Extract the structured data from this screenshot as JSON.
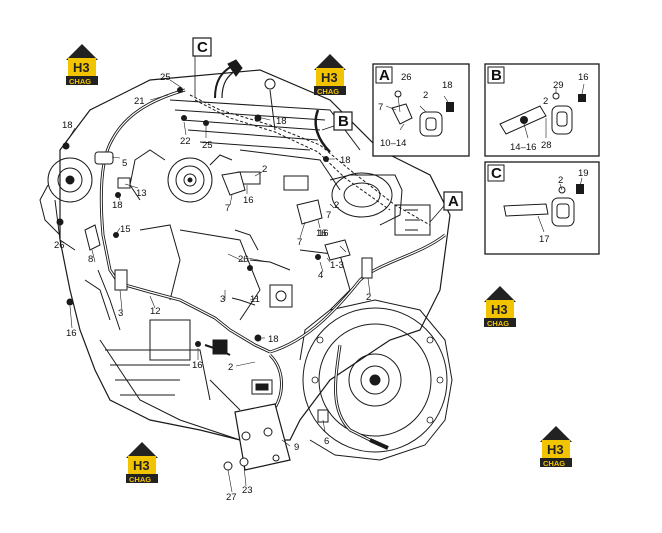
{
  "logos": [
    {
      "mark": "H3",
      "sub": "CHAG"
    },
    {
      "mark": "H3",
      "sub": "CHAG"
    },
    {
      "mark": "H3",
      "sub": "CHAG"
    },
    {
      "mark": "H3",
      "sub": "CHAG"
    },
    {
      "mark": "H3",
      "sub": "CHAG"
    }
  ],
  "flags": {
    "c": "C",
    "b": "B",
    "a": "A"
  },
  "details": {
    "a": {
      "label": "A",
      "callouts": [
        "26",
        "18",
        "7",
        "2",
        "10–14"
      ]
    },
    "b": {
      "label": "B",
      "callouts": [
        "29",
        "16",
        "2",
        "14–16",
        "28"
      ]
    },
    "c": {
      "label": "C",
      "callouts": [
        "2",
        "19",
        "17"
      ]
    }
  },
  "callouts": [
    "25",
    "21",
    "22",
    "25",
    "18",
    "18",
    "18",
    "5",
    "13",
    "18",
    "16",
    "7",
    "2",
    "7",
    "16",
    "7",
    "2",
    "16",
    "15",
    "26",
    "8",
    "26",
    "4",
    "1-3",
    "11",
    "3",
    "12",
    "2",
    "3",
    "16",
    "18",
    "16",
    "2",
    "9",
    "6",
    "27",
    "23"
  ],
  "colors": {
    "logo_yellow": "#f2c400",
    "logo_dark": "#222222",
    "line": "#1a1a1a"
  }
}
